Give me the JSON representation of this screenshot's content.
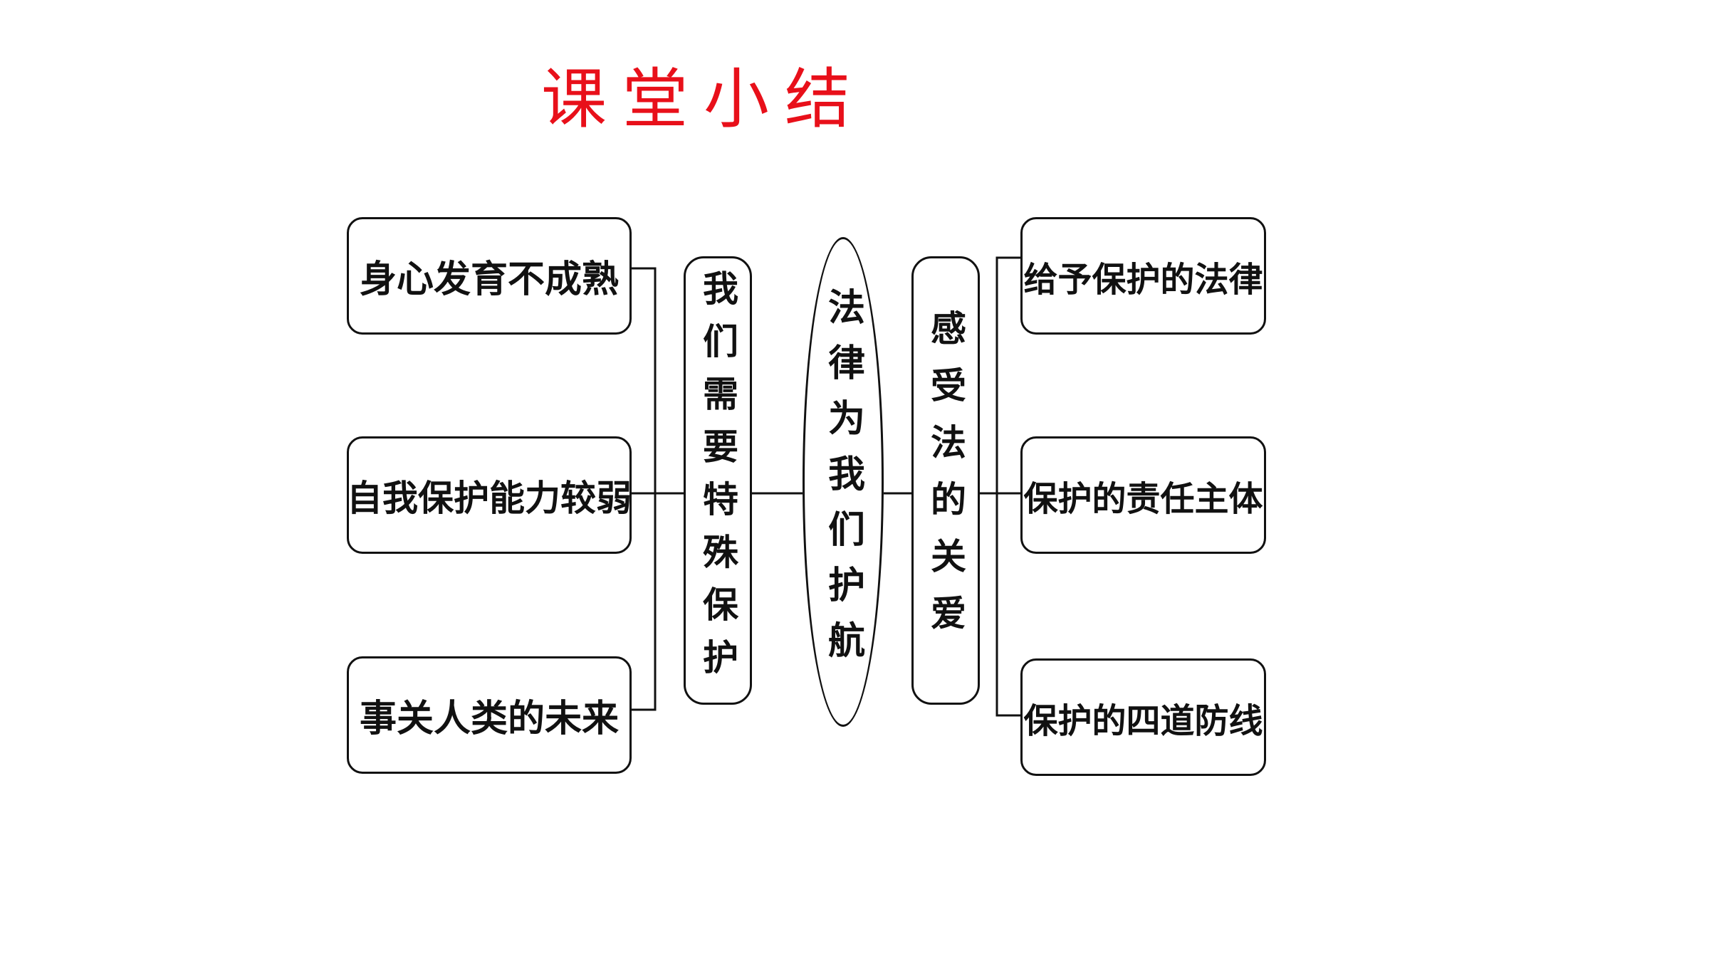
{
  "title": "课堂小结",
  "colors": {
    "title": "#e8101a",
    "stroke": "#111111"
  },
  "left": {
    "reason_1": "身心发育不成熟",
    "reason_2": "自我保护能力较弱",
    "reason_3": "事关人类的未来",
    "group_label": "我们需要特殊保护"
  },
  "center": {
    "topic": "法律为我们护航"
  },
  "right": {
    "group_label": "感受法的关爱",
    "item_1": "给予保护的法律",
    "item_2": "保护的责任主体",
    "item_3": "保护的四道防线"
  }
}
